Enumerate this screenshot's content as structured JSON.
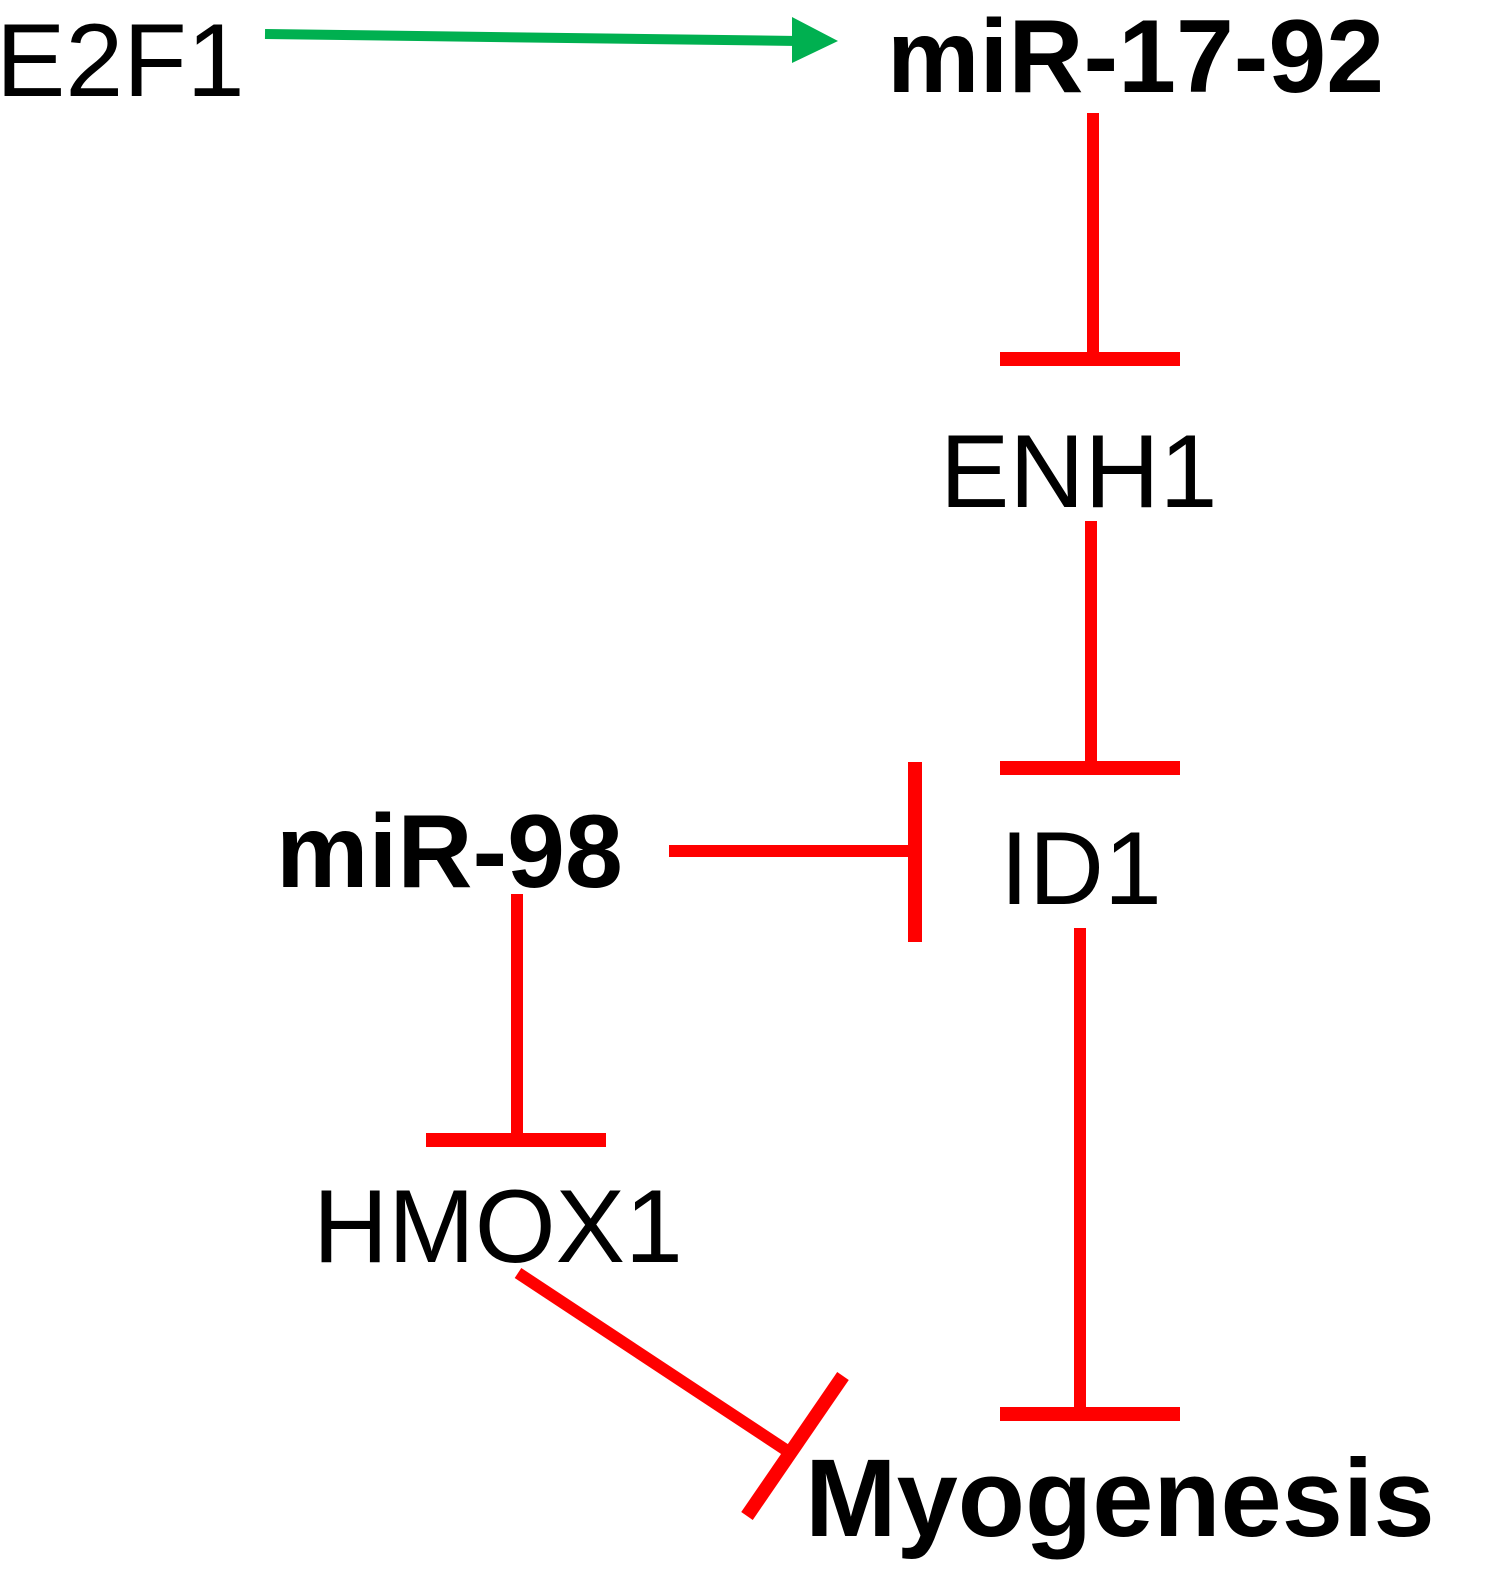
{
  "nodes": {
    "e2f1": "E2F1",
    "mir17_92": "miR-17-92",
    "enh1": "ENH1",
    "id1": "ID1",
    "mir98": "miR-98",
    "hmox1": "HMOX1",
    "myogenesis": "Myogenesis"
  },
  "colors": {
    "activation": "#00b050",
    "inhibition": "#ff0000",
    "text": "#000000"
  },
  "edges": [
    {
      "from": "E2F1",
      "to": "miR-17-92",
      "type": "activation"
    },
    {
      "from": "miR-17-92",
      "to": "ENH1",
      "type": "inhibition"
    },
    {
      "from": "ENH1",
      "to": "ID1",
      "type": "inhibition"
    },
    {
      "from": "miR-98",
      "to": "ID1",
      "type": "inhibition"
    },
    {
      "from": "miR-98",
      "to": "HMOX1",
      "type": "inhibition"
    },
    {
      "from": "ID1",
      "to": "Myogenesis",
      "type": "inhibition"
    },
    {
      "from": "HMOX1",
      "to": "Myogenesis",
      "type": "inhibition"
    }
  ]
}
